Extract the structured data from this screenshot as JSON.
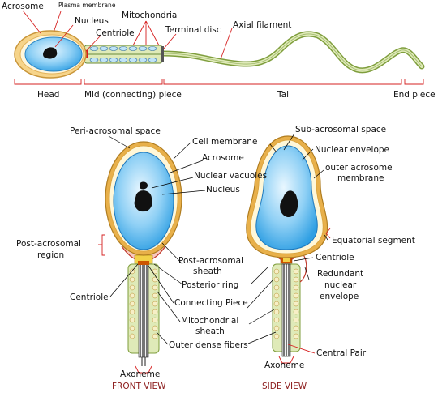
{
  "top": {
    "acrosome": "Acrosome",
    "plasma_membrane": "Plasma membrane",
    "nucleus": "Nucleus",
    "centriole": "Centriole",
    "mitochondria": "Mitochondria",
    "terminal_disc": "Terminal disc",
    "axial_filament": "Axial filament",
    "head": "Head",
    "mid_piece": "Mid (connecting) piece",
    "tail": "Tail",
    "end_piece": "End piece"
  },
  "front": {
    "peri_acrosomal_space": "Peri-acrosomal space",
    "cell_membrane": "Cell membrane",
    "acrosome": "Acrosome",
    "nuclear_vacuoles": "Nuclear vacuoles",
    "nucleus": "Nucleus",
    "post_acrosomal_line1": "Post-acrosomal",
    "post_acrosomal_line2": "region",
    "post_acrosomal_sheath_line1": "Post-acrosomal",
    "post_acrosomal_sheath_line2": "sheath",
    "posterior_ring": "Posterior ring",
    "centriole": "Centriole",
    "connecting_piece": "Connecting Piece",
    "mitochondrial_sheath_line1": "Mitochondrial",
    "mitochondrial_sheath_line2": "sheath",
    "outer_dense_fibers": "Outer dense fibers",
    "axoneme": "Axoneme",
    "view_title": "FRONT VIEW"
  },
  "side": {
    "sub_acrosomal_space": "Sub-acrosomal space",
    "nuclear_envelope": "Nuclear envelope",
    "outer_acrosome_line1": "outer acrosome",
    "outer_acrosome_line2": "membrane",
    "equatorial_segment": "Equatorial segment",
    "centriole": "Centriole",
    "redundant_line1": "Redundant",
    "redundant_line2": "nuclear",
    "redundant_line3": "envelope",
    "central_pair": "Central Pair",
    "axoneme": "Axoneme",
    "view_title": "SIDE VIEW"
  },
  "colors": {
    "nucleus_blue": "#3aa8e8",
    "acrosome_orange": "#e8b04a",
    "label_red": "#d62020",
    "tail_green": "#c4d88a",
    "view_title": "#8b1a1a"
  }
}
